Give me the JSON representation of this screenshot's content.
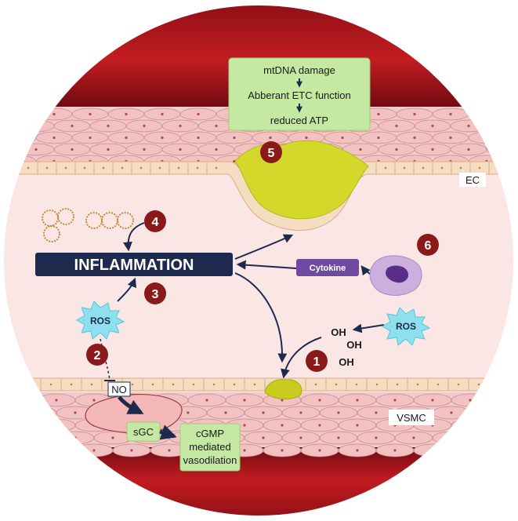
{
  "mito_box": {
    "line1": "mtDNA damage",
    "line2": "Abberant ETC function",
    "line3": "reduced ATP"
  },
  "labels": {
    "ec": "EC",
    "vsmc": "VSMC",
    "inflammation": "INFLAMMATION",
    "cytokine": "Cytokine",
    "ros_left": "ROS",
    "ros_right": "ROS",
    "oh1": "OH",
    "oh2": "OH",
    "oh3": "OH",
    "no": "NO",
    "sgc": "sGC",
    "cgmp_line1": "cGMP",
    "cgmp_line2": "mediated",
    "cgmp_line3": "vasodilation"
  },
  "markers": [
    "1",
    "2",
    "3",
    "4",
    "5",
    "6"
  ],
  "colors": {
    "vessel_red": "#b5191f",
    "vessel_dark": "#7d0c12",
    "lumen_pink": "#fbe6e6",
    "tissue_pink": "#f3c9c9",
    "cell_fill": "#f6dcc0",
    "cell_border": "#d2b08a",
    "plaque_yellow": "#d4d82a",
    "green_box": "#c5e8a3",
    "navy": "#1d2a4d",
    "marker_red": "#8a1a1a",
    "ros_blue": "#8ee0ee",
    "cytokine_purple": "#6e4aa0",
    "cell_purple": "#cbb0df",
    "nucleus_purple": "#5a2d86"
  }
}
